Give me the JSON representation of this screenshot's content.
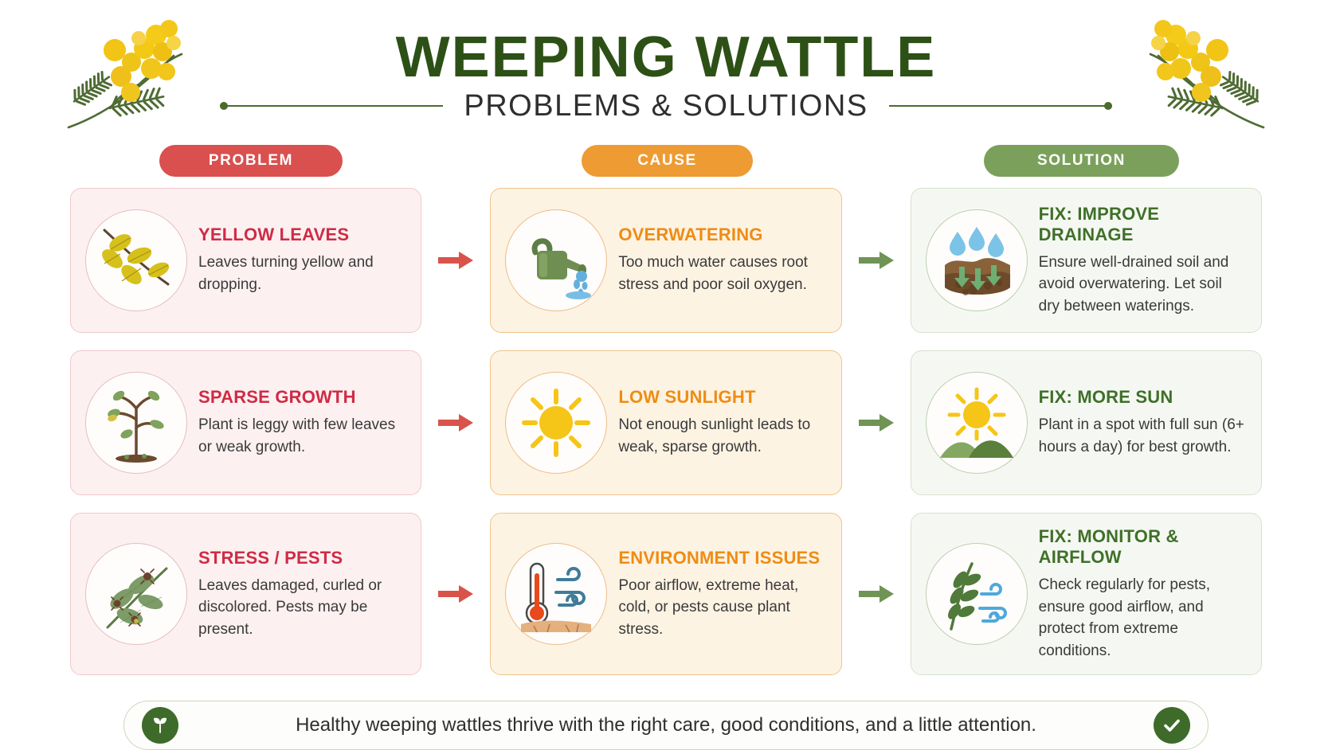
{
  "header": {
    "title": "WEEPING WATTLE",
    "subtitle": "PROBLEMS & SOLUTIONS",
    "decor_left_icon": "wattle-branch-icon",
    "decor_right_icon": "wattle-branch-icon"
  },
  "columns": {
    "problem_label": "PROBLEM",
    "cause_label": "CAUSE",
    "solution_label": "SOLUTION",
    "problem_color": "#d9504f",
    "cause_color": "#ee9b33",
    "solution_color": "#7ba05b"
  },
  "rows": [
    {
      "problem": {
        "title": "YELLOW LEAVES",
        "body": "Leaves turning yellow and dropping.",
        "icon": "yellow-leaves-icon"
      },
      "cause": {
        "title": "OVERWATERING",
        "body": "Too much water causes root stress and poor soil oxygen.",
        "icon": "watering-can-icon"
      },
      "solution": {
        "title": "FIX: IMPROVE DRAINAGE",
        "body": "Ensure well-drained soil and avoid overwatering. Let soil dry between waterings.",
        "icon": "soil-drainage-icon"
      }
    },
    {
      "problem": {
        "title": "SPARSE GROWTH",
        "body": "Plant is leggy with few leaves or weak growth.",
        "icon": "leggy-plant-icon"
      },
      "cause": {
        "title": "LOW SUNLIGHT",
        "body": "Not enough sunlight leads to weak, sparse growth.",
        "icon": "sun-icon"
      },
      "solution": {
        "title": "FIX: MORE SUN",
        "body": "Plant in a spot with full sun (6+ hours a day) for best growth.",
        "icon": "sun-over-hills-icon"
      }
    },
    {
      "problem": {
        "title": "STRESS / PESTS",
        "body": "Leaves damaged, curled or discolored. Pests may be present.",
        "icon": "pest-damaged-branch-icon"
      },
      "cause": {
        "title": "ENVIRONMENT ISSUES",
        "body": "Poor airflow, extreme heat, cold, or pests cause plant stress.",
        "icon": "thermometer-wind-icon"
      },
      "solution": {
        "title": "FIX: MONITOR & AIRFLOW",
        "body": "Check regularly for pests, ensure good airflow, and protect from extreme conditions.",
        "icon": "branch-airflow-icon"
      }
    }
  ],
  "arrows": {
    "problem_to_cause_icon": "arrow-right-icon",
    "cause_to_solution_icon": "arrow-right-icon",
    "problem_arrow_color": "#d9534a",
    "solution_arrow_color": "#6f9455"
  },
  "footer": {
    "text": "Healthy weeping wattles thrive with the right care, good conditions, and a little attention.",
    "left_icon": "leaf-badge-icon",
    "right_icon": "check-badge-icon",
    "badge_color": "#3e6b2a"
  }
}
